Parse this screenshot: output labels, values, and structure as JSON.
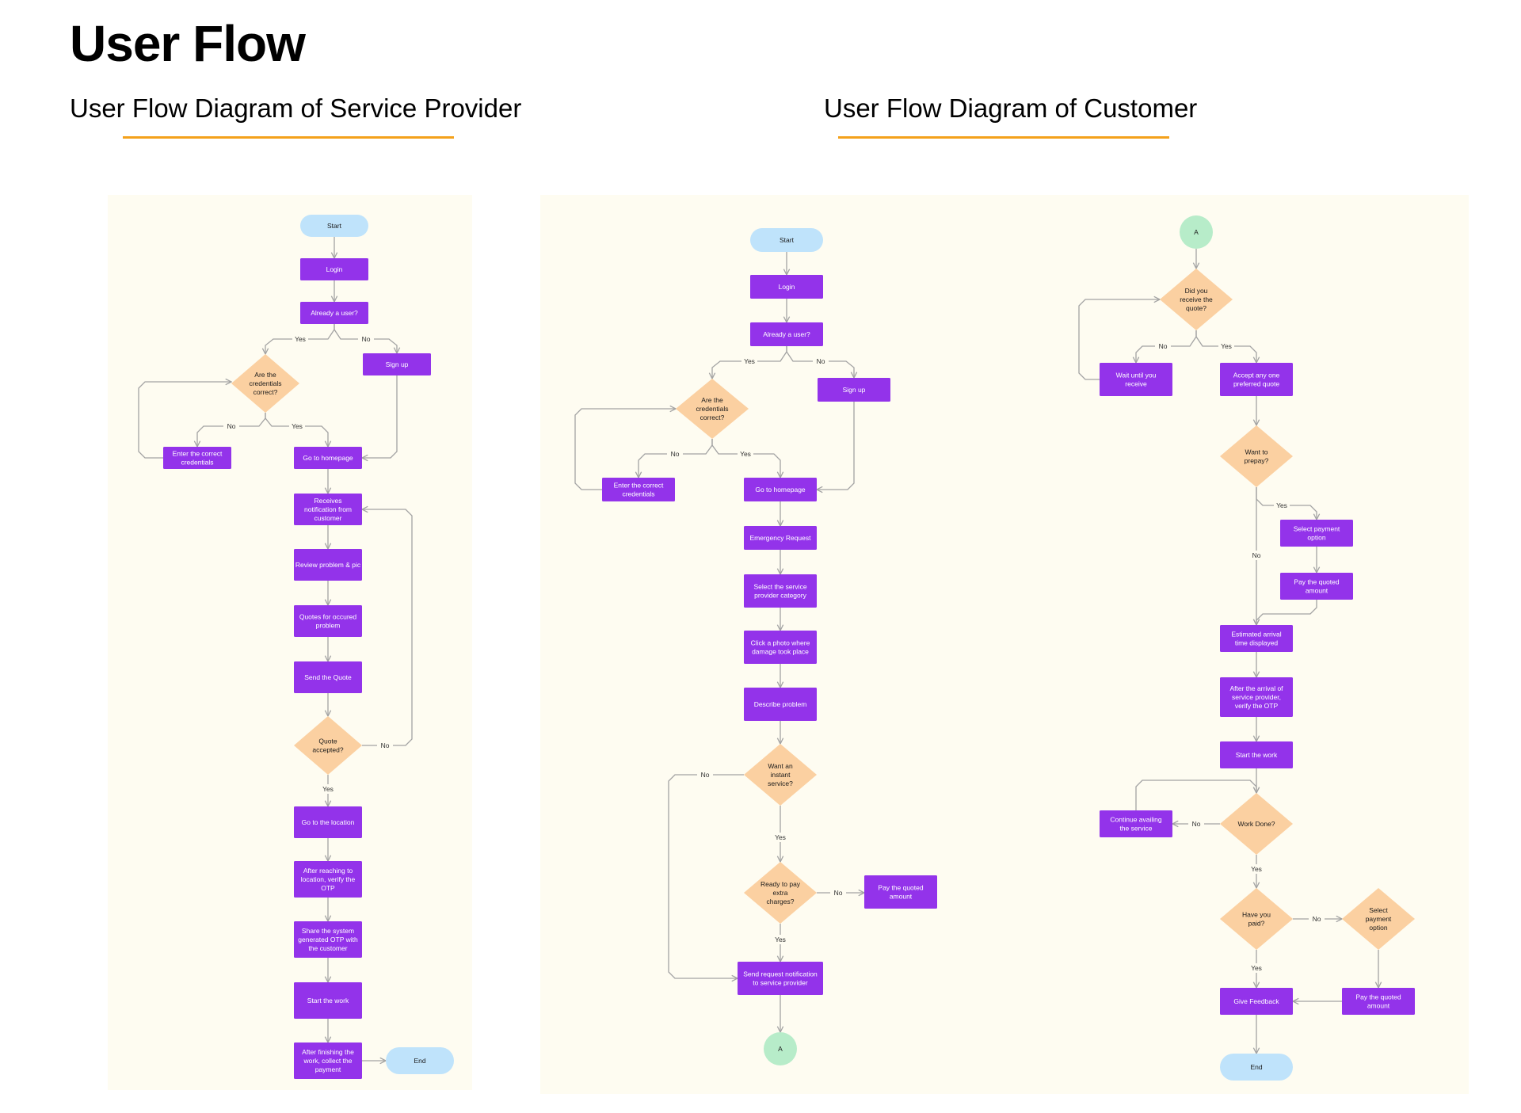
{
  "title": "User Flow",
  "sections": {
    "provider": {
      "title": "User Flow Diagram of Service Provider"
    },
    "customer": {
      "title": "User Flow Diagram of Customer"
    }
  },
  "colors": {
    "process": "#9333ea",
    "decision": "#fbd0a1",
    "terminal": "#bfe3fb",
    "connector": "#b7ecc9",
    "underline": "#f4a11b",
    "panel": "#fefcf1",
    "edge": "#a3a3a3"
  },
  "diagrams": [
    {
      "id": "provider",
      "nodes": [
        {
          "id": "p_start",
          "shape": "terminal",
          "text": "Start"
        },
        {
          "id": "p_login",
          "shape": "process",
          "text": "Login"
        },
        {
          "id": "p_user",
          "shape": "process",
          "text": "Already a user?"
        },
        {
          "id": "p_cred",
          "shape": "decision",
          "text": "Are the credentials correct?"
        },
        {
          "id": "p_signup",
          "shape": "process",
          "text": "Sign up"
        },
        {
          "id": "p_enter",
          "shape": "process",
          "text": "Enter the correct credentials"
        },
        {
          "id": "p_home",
          "shape": "process",
          "text": "Go to homepage"
        },
        {
          "id": "p_notif",
          "shape": "process",
          "text": "Receives notification from customer"
        },
        {
          "id": "p_review",
          "shape": "process",
          "text": "Review problem & pic"
        },
        {
          "id": "p_quotes",
          "shape": "process",
          "text": "Quotes for occured problem"
        },
        {
          "id": "p_send",
          "shape": "process",
          "text": "Send the Quote"
        },
        {
          "id": "p_accept",
          "shape": "decision",
          "text": "Quote accepted?"
        },
        {
          "id": "p_loc",
          "shape": "process",
          "text": "Go to the location"
        },
        {
          "id": "p_otp",
          "shape": "process",
          "text": "After reaching to location, verify the OTP"
        },
        {
          "id": "p_share",
          "shape": "process",
          "text": "Share the system generated OTP with the customer"
        },
        {
          "id": "p_work",
          "shape": "process",
          "text": "Start the work"
        },
        {
          "id": "p_pay",
          "shape": "process",
          "text": "After finishing the work, collect the payment"
        },
        {
          "id": "p_end",
          "shape": "terminal",
          "text": "End"
        }
      ],
      "edges": [
        {
          "from": "p_start",
          "to": "p_login"
        },
        {
          "from": "p_login",
          "to": "p_user"
        },
        {
          "from": "p_user",
          "to": "p_cred",
          "label": "Yes"
        },
        {
          "from": "p_user",
          "to": "p_signup",
          "label": "No"
        },
        {
          "from": "p_cred",
          "to": "p_enter",
          "label": "No"
        },
        {
          "from": "p_cred",
          "to": "p_home",
          "label": "Yes"
        },
        {
          "from": "p_enter",
          "to": "p_cred"
        },
        {
          "from": "p_signup",
          "to": "p_home"
        },
        {
          "from": "p_home",
          "to": "p_notif"
        },
        {
          "from": "p_notif",
          "to": "p_review"
        },
        {
          "from": "p_review",
          "to": "p_quotes"
        },
        {
          "from": "p_quotes",
          "to": "p_send"
        },
        {
          "from": "p_send",
          "to": "p_accept"
        },
        {
          "from": "p_accept",
          "to": "p_notif",
          "label": "No"
        },
        {
          "from": "p_accept",
          "to": "p_loc",
          "label": "Yes"
        },
        {
          "from": "p_loc",
          "to": "p_otp"
        },
        {
          "from": "p_otp",
          "to": "p_share"
        },
        {
          "from": "p_share",
          "to": "p_work"
        },
        {
          "from": "p_work",
          "to": "p_pay"
        },
        {
          "from": "p_pay",
          "to": "p_end"
        }
      ]
    },
    {
      "id": "customer",
      "nodes": [
        {
          "id": "c_start",
          "shape": "terminal",
          "text": "Start"
        },
        {
          "id": "c_login",
          "shape": "process",
          "text": "Login"
        },
        {
          "id": "c_user",
          "shape": "process",
          "text": "Already a user?"
        },
        {
          "id": "c_cred",
          "shape": "decision",
          "text": "Are the credentials correct?"
        },
        {
          "id": "c_signup",
          "shape": "process",
          "text": "Sign up"
        },
        {
          "id": "c_enter",
          "shape": "process",
          "text": "Enter the correct credentials"
        },
        {
          "id": "c_home",
          "shape": "process",
          "text": "Go to homepage"
        },
        {
          "id": "c_emerg",
          "shape": "process",
          "text": "Emergency Request"
        },
        {
          "id": "c_cat",
          "shape": "process",
          "text": "Select the service provider category"
        },
        {
          "id": "c_photo",
          "shape": "process",
          "text": "Click a photo where damage took place"
        },
        {
          "id": "c_desc",
          "shape": "process",
          "text": "Describe problem"
        },
        {
          "id": "c_instant",
          "shape": "decision",
          "text": "Want an instant service?"
        },
        {
          "id": "c_ready",
          "shape": "decision",
          "text": "Ready to pay extra charges?"
        },
        {
          "id": "c_payq1",
          "shape": "process",
          "text": "Pay the quoted amount"
        },
        {
          "id": "c_sendreq",
          "shape": "process",
          "text": "Send request notification to service provider"
        },
        {
          "id": "c_a1",
          "shape": "connector",
          "text": "A"
        },
        {
          "id": "c_a2",
          "shape": "connector",
          "text": "A"
        },
        {
          "id": "c_quote",
          "shape": "decision",
          "text": "Did you receive the quote?"
        },
        {
          "id": "c_wait",
          "shape": "process",
          "text": "Wait until you receive"
        },
        {
          "id": "c_acc",
          "shape": "process",
          "text": "Accept any one preferred quote"
        },
        {
          "id": "c_prepay",
          "shape": "decision",
          "text": "Want to prepay?"
        },
        {
          "id": "c_selpay1",
          "shape": "process",
          "text": "Select payment option"
        },
        {
          "id": "c_payq2",
          "shape": "process",
          "text": "Pay the quoted amount"
        },
        {
          "id": "c_eta",
          "shape": "process",
          "text": "Estimated arrival time displayed"
        },
        {
          "id": "c_arrival",
          "shape": "process",
          "text": "After the arrival of service provider, verify the OTP"
        },
        {
          "id": "c_startw",
          "shape": "process",
          "text": "Start the work"
        },
        {
          "id": "c_done",
          "shape": "decision",
          "text": "Work Done?"
        },
        {
          "id": "c_cont",
          "shape": "process",
          "text": "Continue availing the service"
        },
        {
          "id": "c_paid",
          "shape": "decision",
          "text": "Have you paid?"
        },
        {
          "id": "c_selpay2",
          "shape": "decision",
          "text": "Select payment option"
        },
        {
          "id": "c_payq3",
          "shape": "process",
          "text": "Pay the quoted amount"
        },
        {
          "id": "c_feedback",
          "shape": "process",
          "text": "Give Feedback"
        },
        {
          "id": "c_end",
          "shape": "terminal",
          "text": "End"
        }
      ],
      "edges": [
        {
          "from": "c_start",
          "to": "c_login"
        },
        {
          "from": "c_login",
          "to": "c_user"
        },
        {
          "from": "c_user",
          "to": "c_cred",
          "label": "Yes"
        },
        {
          "from": "c_user",
          "to": "c_signup",
          "label": "No"
        },
        {
          "from": "c_cred",
          "to": "c_enter",
          "label": "No"
        },
        {
          "from": "c_cred",
          "to": "c_home",
          "label": "Yes"
        },
        {
          "from": "c_enter",
          "to": "c_cred"
        },
        {
          "from": "c_signup",
          "to": "c_home"
        },
        {
          "from": "c_home",
          "to": "c_emerg"
        },
        {
          "from": "c_emerg",
          "to": "c_cat"
        },
        {
          "from": "c_cat",
          "to": "c_photo"
        },
        {
          "from": "c_photo",
          "to": "c_desc"
        },
        {
          "from": "c_desc",
          "to": "c_instant"
        },
        {
          "from": "c_instant",
          "to": "c_sendreq",
          "label": "No"
        },
        {
          "from": "c_instant",
          "to": "c_ready",
          "label": "Yes"
        },
        {
          "from": "c_ready",
          "to": "c_payq1",
          "label": "No"
        },
        {
          "from": "c_ready",
          "to": "c_sendreq",
          "label": "Yes"
        },
        {
          "from": "c_sendreq",
          "to": "c_a1"
        },
        {
          "from": "c_a2",
          "to": "c_quote"
        },
        {
          "from": "c_quote",
          "to": "c_wait",
          "label": "No"
        },
        {
          "from": "c_quote",
          "to": "c_acc",
          "label": "Yes"
        },
        {
          "from": "c_wait",
          "to": "c_quote"
        },
        {
          "from": "c_acc",
          "to": "c_prepay"
        },
        {
          "from": "c_prepay",
          "to": "c_selpay1",
          "label": "Yes"
        },
        {
          "from": "c_prepay",
          "to": "c_eta",
          "label": "No"
        },
        {
          "from": "c_selpay1",
          "to": "c_payq2"
        },
        {
          "from": "c_payq2",
          "to": "c_eta"
        },
        {
          "from": "c_eta",
          "to": "c_arrival"
        },
        {
          "from": "c_arrival",
          "to": "c_startw"
        },
        {
          "from": "c_startw",
          "to": "c_done"
        },
        {
          "from": "c_done",
          "to": "c_cont",
          "label": "No"
        },
        {
          "from": "c_cont",
          "to": "c_done"
        },
        {
          "from": "c_done",
          "to": "c_paid",
          "label": "Yes"
        },
        {
          "from": "c_paid",
          "to": "c_selpay2",
          "label": "No"
        },
        {
          "from": "c_paid",
          "to": "c_feedback",
          "label": "Yes"
        },
        {
          "from": "c_selpay2",
          "to": "c_payq3"
        },
        {
          "from": "c_payq3",
          "to": "c_feedback"
        },
        {
          "from": "c_feedback",
          "to": "c_end"
        }
      ]
    }
  ]
}
